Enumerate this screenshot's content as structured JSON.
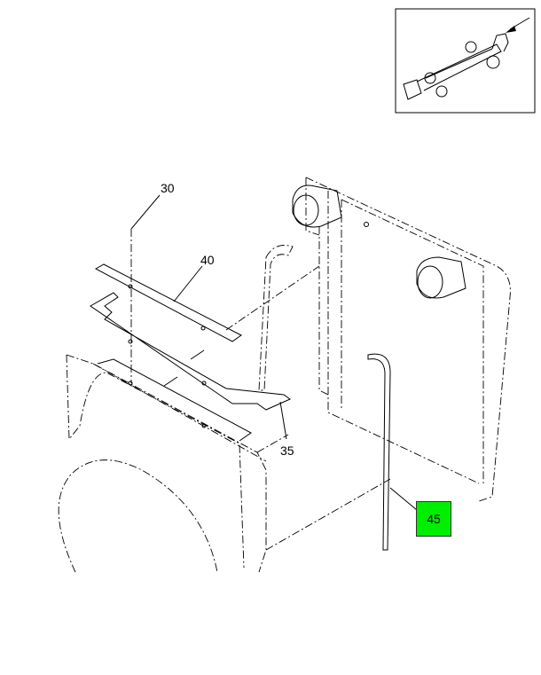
{
  "diagram": {
    "callouts": [
      {
        "id": "30",
        "label": "30"
      },
      {
        "id": "40",
        "label": "40"
      },
      {
        "id": "35",
        "label": "35"
      },
      {
        "id": "45",
        "label": "45",
        "highlighted": true
      }
    ],
    "highlight_color": "#00ee00",
    "locator_icon": "truck-chassis-locator"
  }
}
